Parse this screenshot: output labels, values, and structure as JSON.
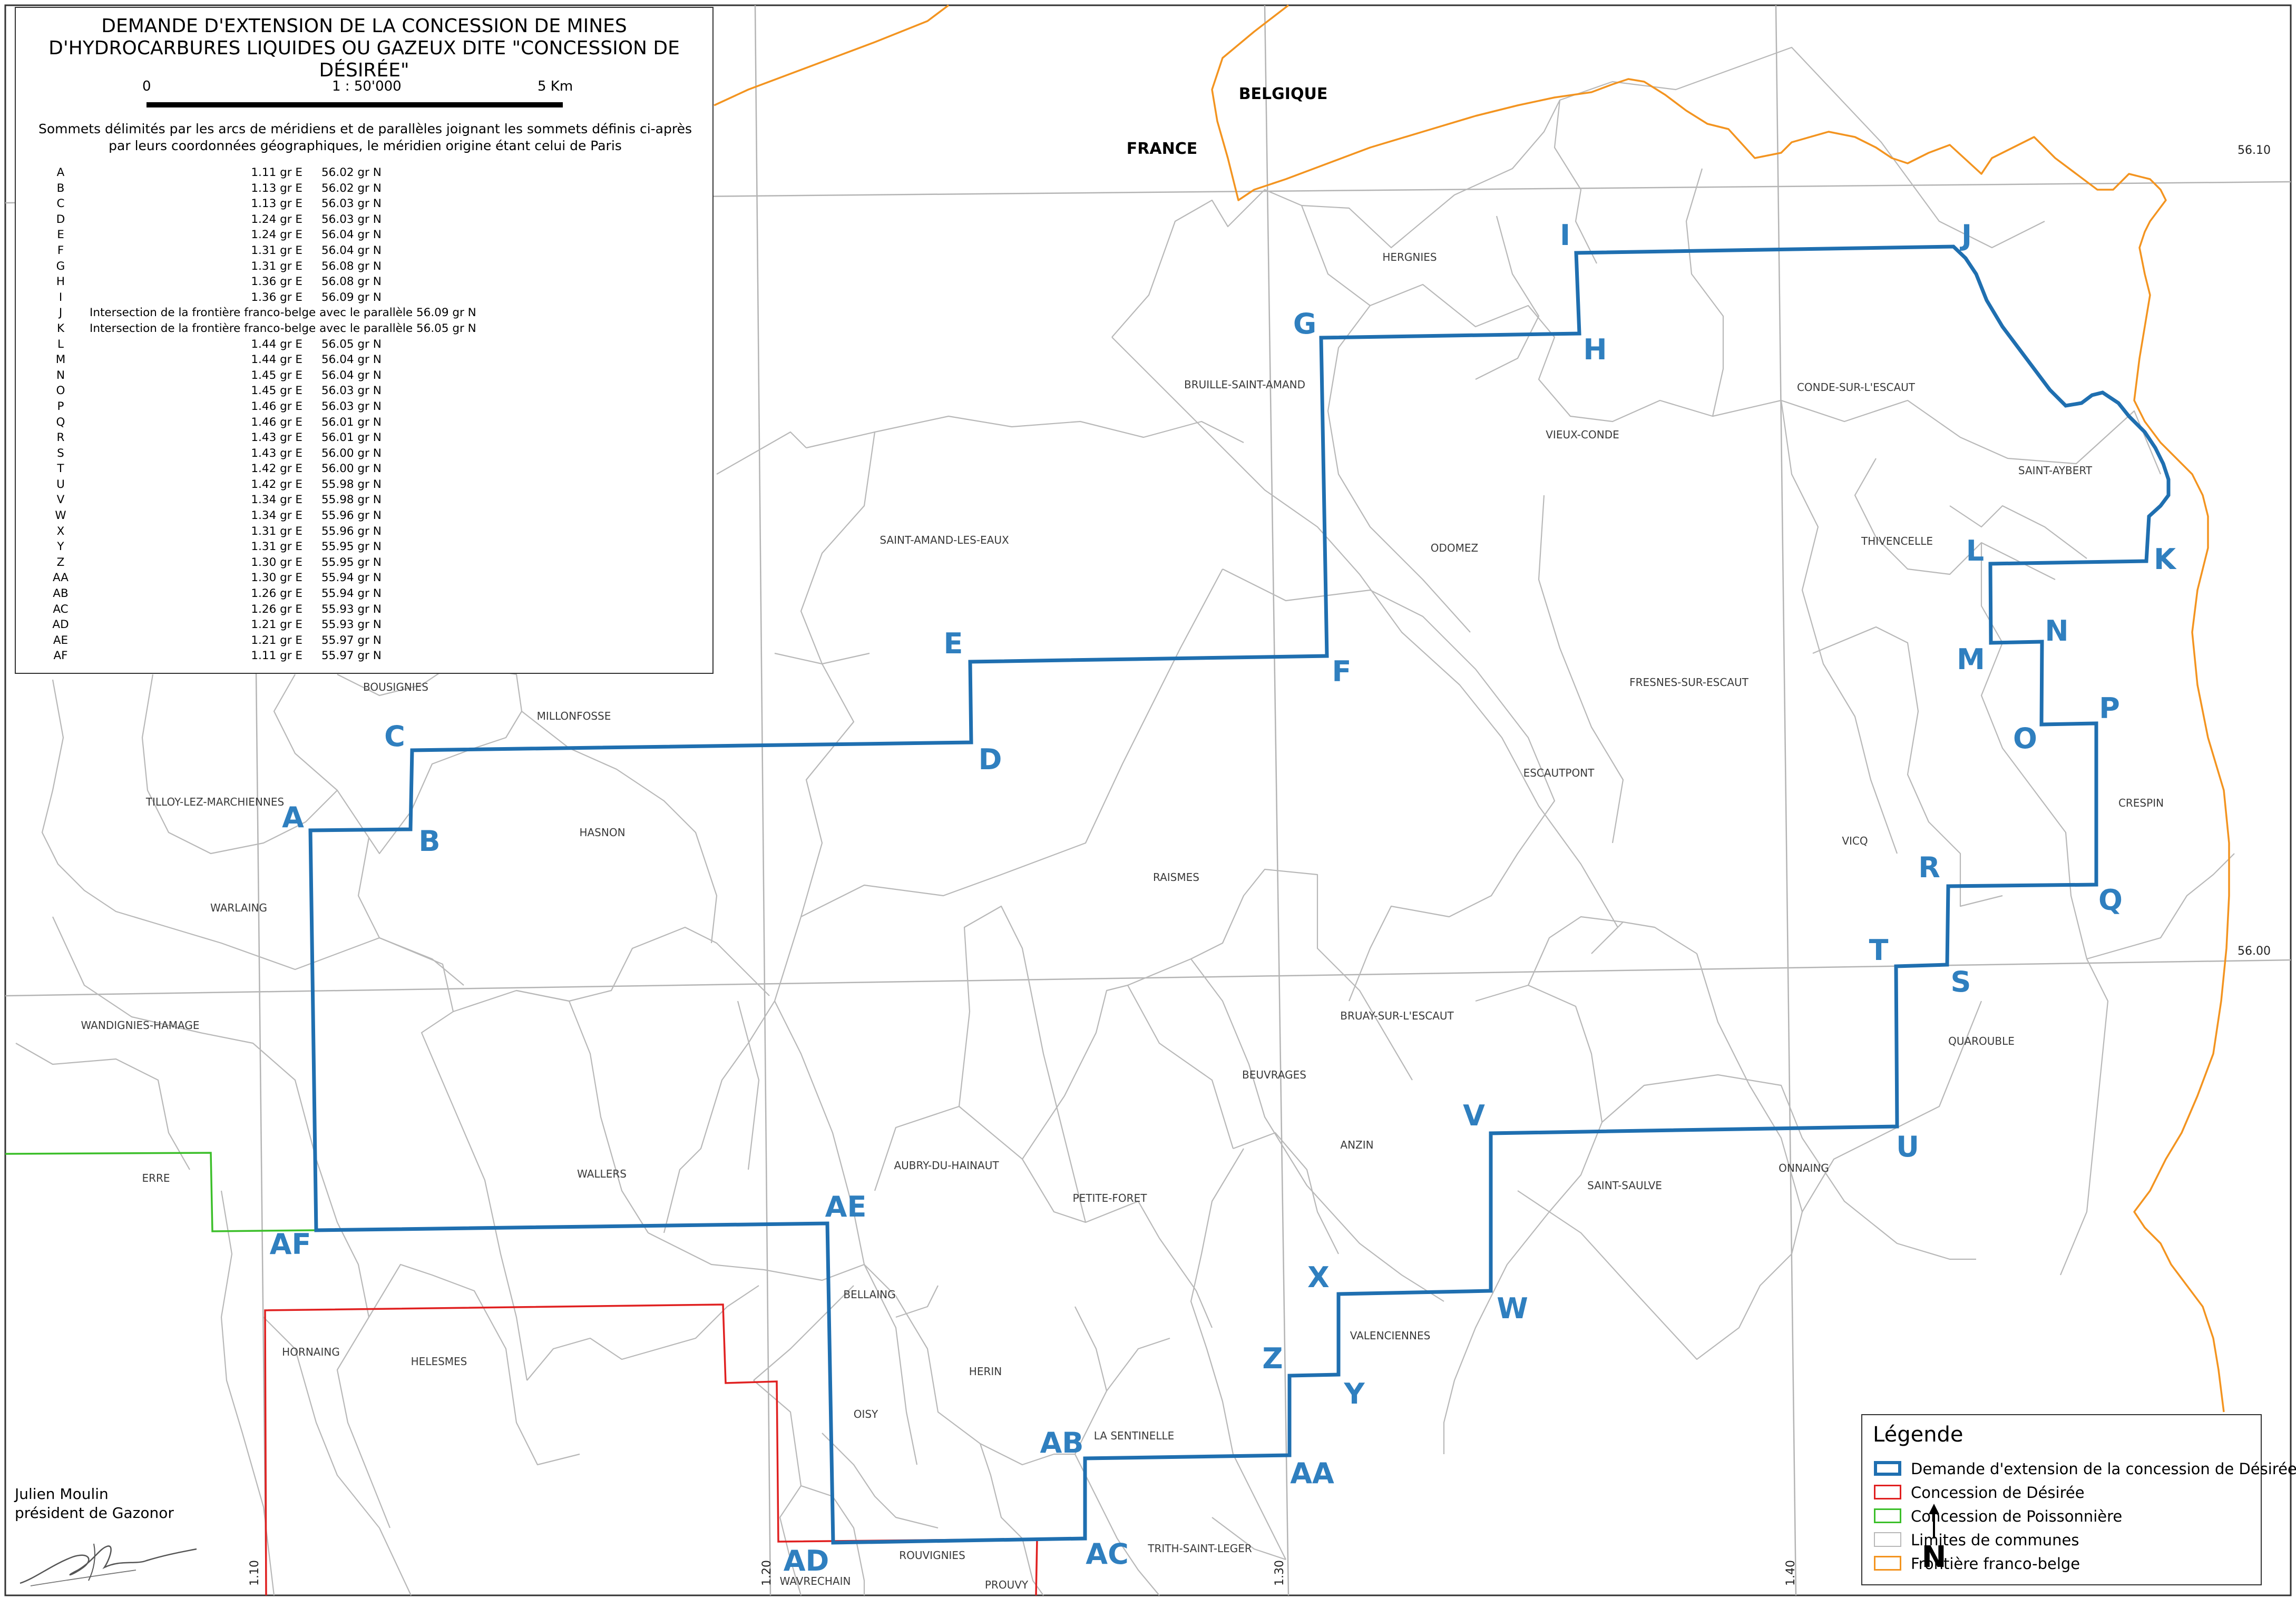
{
  "title": "DEMANDE D'EXTENSION DE LA CONCESSION DE MINES D'HYDROCARBURES LIQUIDES OU GAZEUX DITE \"CONCESSION DE DÉSIRÉE\"",
  "scale": {
    "left": "0",
    "ratio": "1 : 50'000",
    "right": "5 Km"
  },
  "description": "Sommets délimités par les arcs de méridiens et de parallèles joignant les sommets définis ci-après par leurs coordonnées géographiques, le méridien origine étant celui de Paris",
  "vertices_table": [
    {
      "id": "A",
      "lon": "1.11 gr E",
      "lat": "56.02 gr N",
      "note": ""
    },
    {
      "id": "B",
      "lon": "1.13 gr E",
      "lat": "56.02 gr N",
      "note": ""
    },
    {
      "id": "C",
      "lon": "1.13 gr E",
      "lat": "56.03 gr N",
      "note": ""
    },
    {
      "id": "D",
      "lon": "1.24 gr E",
      "lat": "56.03 gr N",
      "note": ""
    },
    {
      "id": "E",
      "lon": "1.24 gr E",
      "lat": "56.04 gr N",
      "note": ""
    },
    {
      "id": "F",
      "lon": "1.31 gr E",
      "lat": "56.04 gr N",
      "note": ""
    },
    {
      "id": "G",
      "lon": "1.31 gr E",
      "lat": "56.08 gr N",
      "note": ""
    },
    {
      "id": "H",
      "lon": "1.36 gr E",
      "lat": "56.08 gr N",
      "note": ""
    },
    {
      "id": "I",
      "lon": "1.36 gr E",
      "lat": "56.09 gr N",
      "note": ""
    },
    {
      "id": "J",
      "lon": "",
      "lat": "",
      "note": "Intersection de la frontière franco-belge avec le parallèle 56.09 gr N"
    },
    {
      "id": "K",
      "lon": "",
      "lat": "",
      "note": "Intersection de la frontière franco-belge avec le parallèle 56.05 gr N"
    },
    {
      "id": "L",
      "lon": "1.44 gr E",
      "lat": "56.05 gr N",
      "note": ""
    },
    {
      "id": "M",
      "lon": "1.44 gr E",
      "lat": "56.04 gr N",
      "note": ""
    },
    {
      "id": "N",
      "lon": "1.45 gr E",
      "lat": "56.04 gr N",
      "note": ""
    },
    {
      "id": "O",
      "lon": "1.45 gr E",
      "lat": "56.03 gr N",
      "note": ""
    },
    {
      "id": "P",
      "lon": "1.46 gr E",
      "lat": "56.03 gr N",
      "note": ""
    },
    {
      "id": "Q",
      "lon": "1.46 gr E",
      "lat": "56.01 gr N",
      "note": ""
    },
    {
      "id": "R",
      "lon": "1.43 gr E",
      "lat": "56.01 gr N",
      "note": ""
    },
    {
      "id": "S",
      "lon": "1.43 gr E",
      "lat": "56.00 gr N",
      "note": ""
    },
    {
      "id": "T",
      "lon": "1.42 gr E",
      "lat": "56.00 gr N",
      "note": ""
    },
    {
      "id": "U",
      "lon": "1.42 gr E",
      "lat": "55.98 gr N",
      "note": ""
    },
    {
      "id": "V",
      "lon": "1.34 gr E",
      "lat": "55.98 gr N",
      "note": ""
    },
    {
      "id": "W",
      "lon": "1.34 gr E",
      "lat": "55.96 gr N",
      "note": ""
    },
    {
      "id": "X",
      "lon": "1.31 gr E",
      "lat": "55.96 gr N",
      "note": ""
    },
    {
      "id": "Y",
      "lon": "1.31 gr E",
      "lat": "55.95 gr N",
      "note": ""
    },
    {
      "id": "Z",
      "lon": "1.30 gr E",
      "lat": "55.95 gr N",
      "note": ""
    },
    {
      "id": "AA",
      "lon": "1.30 gr E",
      "lat": "55.94 gr N",
      "note": ""
    },
    {
      "id": "AB",
      "lon": "1.26 gr E",
      "lat": "55.94 gr N",
      "note": ""
    },
    {
      "id": "AC",
      "lon": "1.26 gr E",
      "lat": "55.93 gr N",
      "note": ""
    },
    {
      "id": "AD",
      "lon": "1.21 gr E",
      "lat": "55.93 gr N",
      "note": ""
    },
    {
      "id": "AE",
      "lon": "1.21 gr E",
      "lat": "55.97 gr N",
      "note": ""
    },
    {
      "id": "AF",
      "lon": "1.11 gr E",
      "lat": "55.97 gr N",
      "note": ""
    }
  ],
  "countries": {
    "belgium": "BELGIQUE",
    "france": "FRANCE"
  },
  "grid_labels": {
    "lat_top": "56.10",
    "lat_mid": "56.00",
    "lon_1": "1.10",
    "lon_2": "1.20",
    "lon_3": "1.30",
    "lon_4": "1.40"
  },
  "communes": [
    "HERGNIES",
    "BRUILLE-SAINT-AMAND",
    "VIEUX-CONDE",
    "CONDE-SUR-L'ESCAUT",
    "SAINT-AYBERT",
    "THIVENCELLE",
    "ODOMEZ",
    "SAINT-AMAND-LES-EAUX",
    "FRESNES-SUR-ESCAUT",
    "ESCAUTPONT",
    "CRESPIN",
    "VICQ",
    "BOUSIGNIES",
    "MILLONFOSSE",
    "TILLOY-LEZ-MARCHIENNES",
    "HASNON",
    "RAISMES",
    "WARLAING",
    "WANDIGNIES-HAMAGE",
    "BRUAY-SUR-L'ESCAUT",
    "QUAROUBLE",
    "BEUVRAGES",
    "ANZIN",
    "ERRE",
    "WALLERS",
    "AUBRY-DU-HAINAUT",
    "PETITE-FORET",
    "SAINT-SAULVE",
    "ONNAING",
    "BELLAING",
    "VALENCIENNES",
    "HORNAING",
    "HELESMES",
    "HERIN",
    "OISY",
    "LA SENTINELLE",
    "TRITH-SAINT-LEGER",
    "ROUVIGNIES",
    "WAVRECHAIN",
    "PROUVY"
  ],
  "vertex_labels": [
    "A",
    "B",
    "C",
    "D",
    "E",
    "F",
    "G",
    "H",
    "I",
    "J",
    "K",
    "L",
    "M",
    "N",
    "O",
    "P",
    "Q",
    "R",
    "S",
    "T",
    "U",
    "V",
    "W",
    "X",
    "Y",
    "Z",
    "AA",
    "AB",
    "AC",
    "AD",
    "AE",
    "AF"
  ],
  "legend": {
    "title": "Légende",
    "items": [
      {
        "label": "Demande d'extension de la concession de Désirée",
        "color": "#2f7fbf"
      },
      {
        "label": "Concession de Désirée",
        "color": "#e02020"
      },
      {
        "label": "Concession de Poissonnière",
        "color": "#3cbf2a"
      },
      {
        "label": "Limites de communes",
        "color": "#b8b8b8"
      },
      {
        "label": "Frontière franco-belge",
        "color": "#f39420"
      }
    ]
  },
  "north": "N",
  "author": {
    "name": "Julien Moulin",
    "role": "président de Gazonor"
  }
}
